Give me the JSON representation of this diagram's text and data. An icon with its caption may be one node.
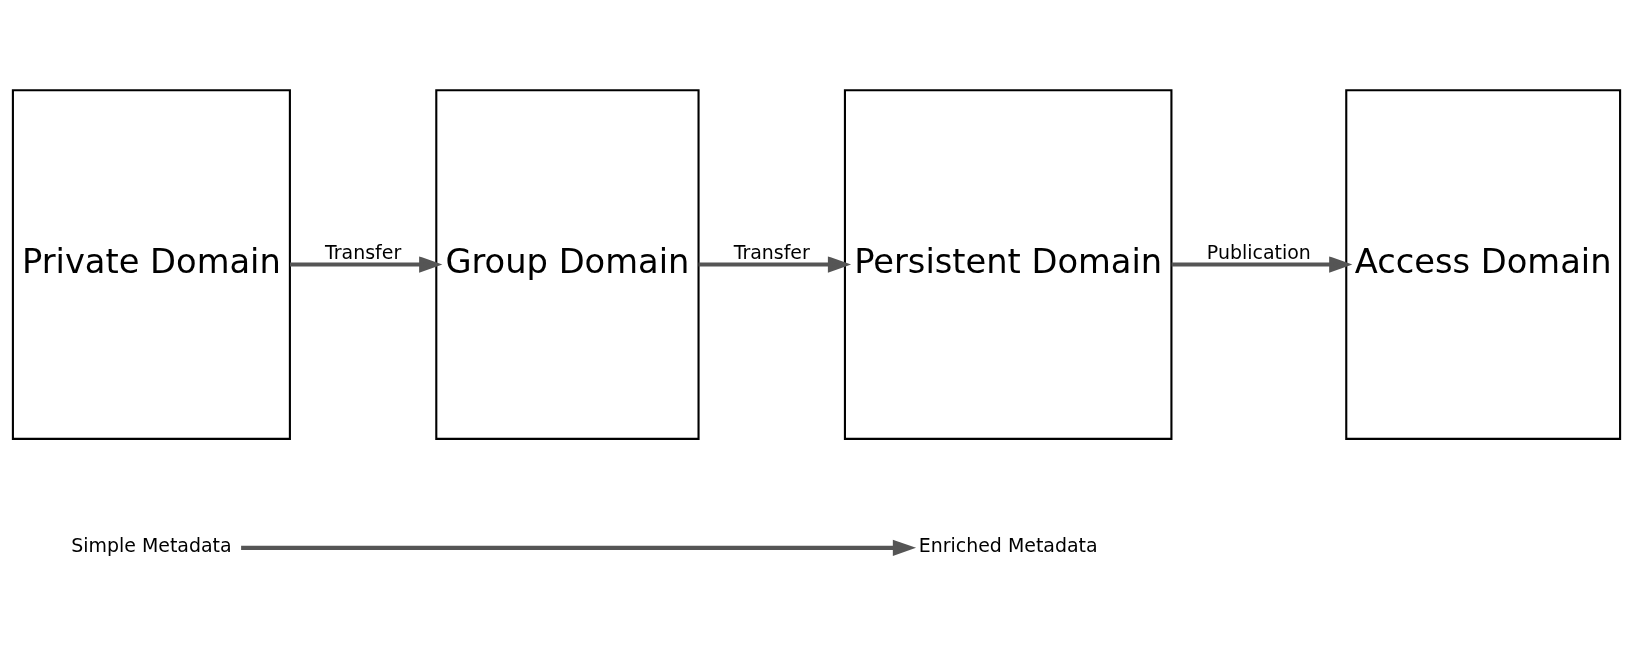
{
  "diagram": {
    "nodes": [
      {
        "text": [
          "Private Domain"
        ]
      },
      {
        "text": [
          "Group Domain"
        ]
      },
      {
        "text": [
          "Persistent Domain"
        ]
      },
      {
        "text": [
          "Access Domain"
        ]
      },
      {
        "text": [
          "Simple Metadata"
        ]
      },
      {
        "text": [
          "Enriched Metadata"
        ]
      }
    ],
    "edges": [
      {
        "from": 0,
        "to": 1,
        "arrow": "to",
        "label": "Transfer"
      },
      {
        "from": 1,
        "to": 2,
        "arrow": "to",
        "label": "Transfer"
      },
      {
        "from": 2,
        "to": 3,
        "arrow": "to",
        "label": "Publication"
      },
      {
        "from": 4,
        "to": 5,
        "arrow": "to"
      }
    ]
  }
}
